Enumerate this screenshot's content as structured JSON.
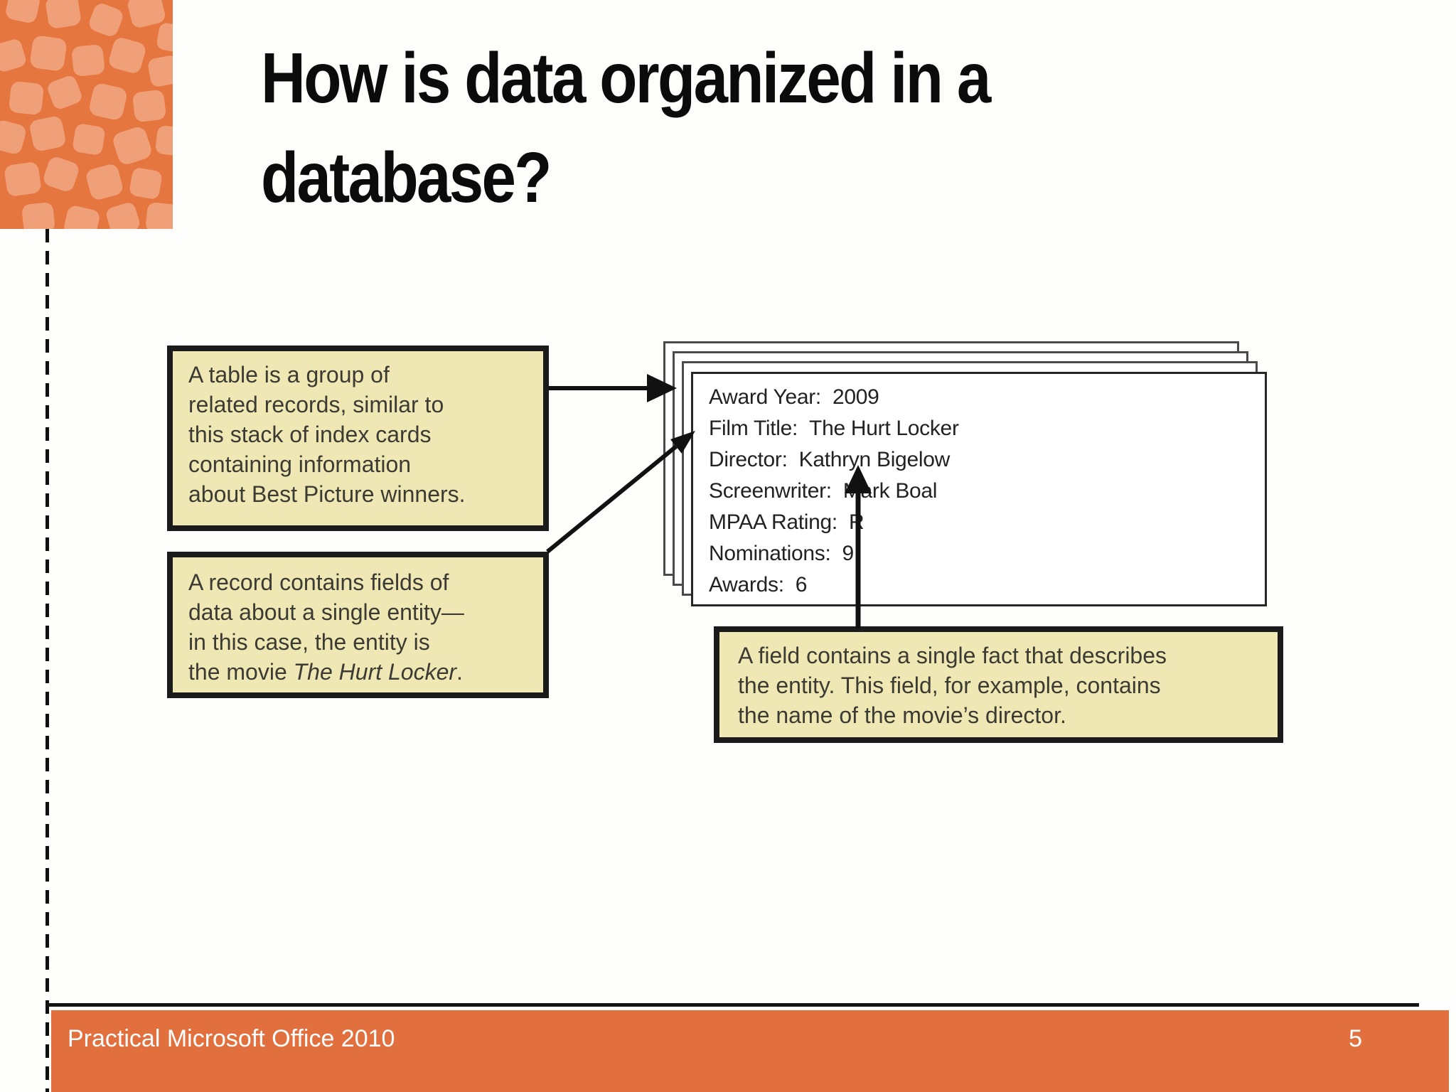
{
  "slide": {
    "title": {
      "line1": "How is data organized in a",
      "line2": "database?"
    },
    "footer": {
      "course": "Practical Microsoft Office 2010",
      "page": "5"
    },
    "colors": {
      "accent_orange": "#e1703e",
      "pattern_base": "#e6763f",
      "pattern_blob": "#f0a078",
      "callout_bg": "#efe8b4",
      "callout_border": "#1b1b1b",
      "divider_black": "#141414"
    }
  },
  "figure": {
    "table_callout": {
      "lines": [
        "A table is a group of",
        "related records, similar to",
        "this stack of index cards",
        "containing information",
        "about Best Picture winners."
      ]
    },
    "record_callout": {
      "lines": [
        "A record contains fields of",
        "data about a single entity—",
        "in this case, the entity is"
      ],
      "last_prefix": "the movie ",
      "last_italic": "The Hurt Locker",
      "last_suffix": "."
    },
    "field_callout": {
      "lines": [
        "A field contains a single fact that describes",
        "the entity. This field, for example, contains",
        "the name of the movie’s director."
      ]
    },
    "index_card": {
      "fields": [
        {
          "label": "Award Year:",
          "value": "2009"
        },
        {
          "label": "Film Title:",
          "value": "The Hurt Locker"
        },
        {
          "label": "Director:",
          "value": "Kathryn Bigelow"
        },
        {
          "label": "Screenwriter:",
          "value": "Mark Boal"
        },
        {
          "label": "MPAA Rating:",
          "value": "R"
        },
        {
          "label": "Nominations:",
          "value": "9"
        },
        {
          "label": "Awards:",
          "value": "6"
        }
      ]
    }
  }
}
